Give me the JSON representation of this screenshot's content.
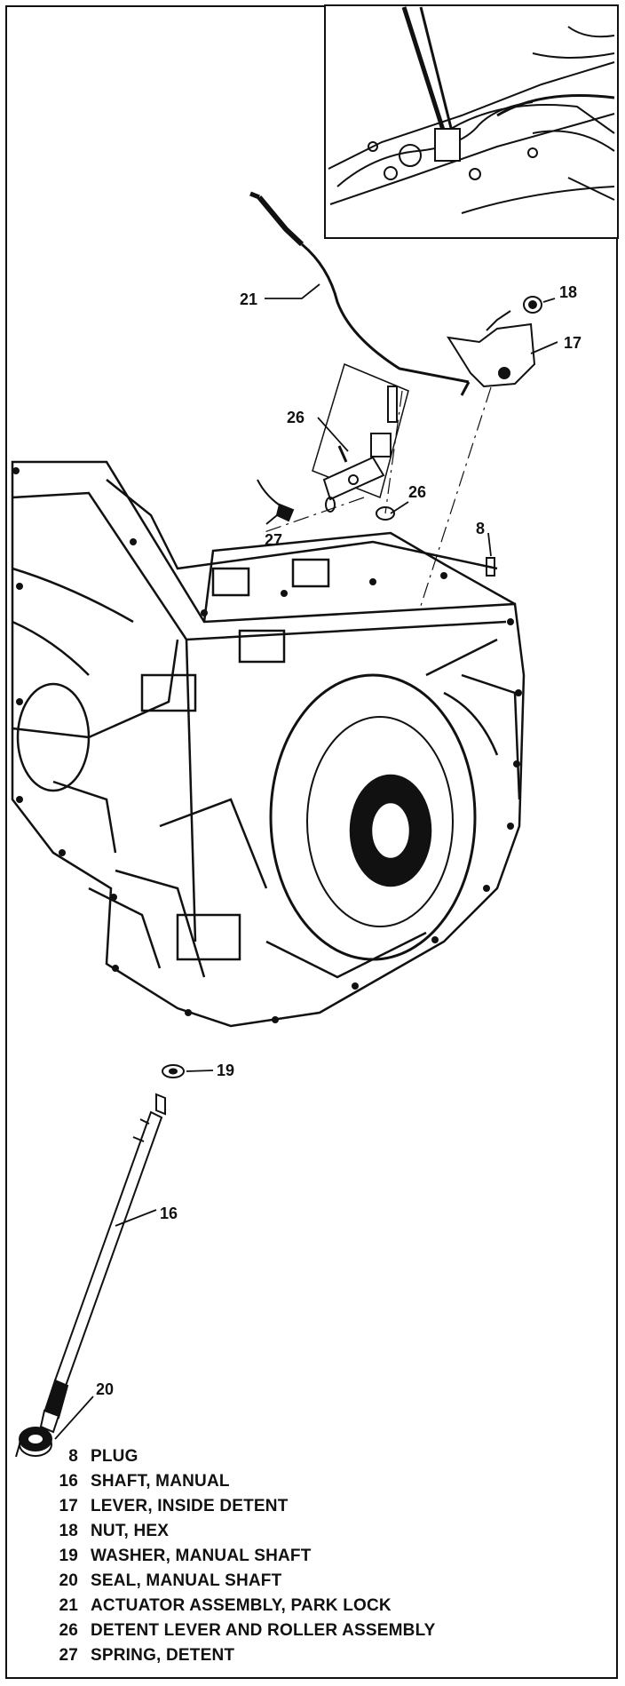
{
  "callouts": {
    "c21": "21",
    "c18": "18",
    "c17": "17",
    "c26a": "26",
    "c26b": "26",
    "c27": "27",
    "c8": "8",
    "c19": "19",
    "c16": "16",
    "c20": "20"
  },
  "legend": [
    {
      "num": "8",
      "text": "PLUG"
    },
    {
      "num": "16",
      "text": "SHAFT, MANUAL"
    },
    {
      "num": "17",
      "text": "LEVER, INSIDE DETENT"
    },
    {
      "num": "18",
      "text": "NUT, HEX"
    },
    {
      "num": "19",
      "text": "WASHER, MANUAL SHAFT"
    },
    {
      "num": "20",
      "text": "SEAL, MANUAL SHAFT"
    },
    {
      "num": "21",
      "text": "ACTUATOR ASSEMBLY, PARK LOCK"
    },
    {
      "num": "26",
      "text": "DETENT LEVER AND ROLLER ASSEMBLY"
    },
    {
      "num": "27",
      "text": "SPRING, DETENT"
    }
  ]
}
